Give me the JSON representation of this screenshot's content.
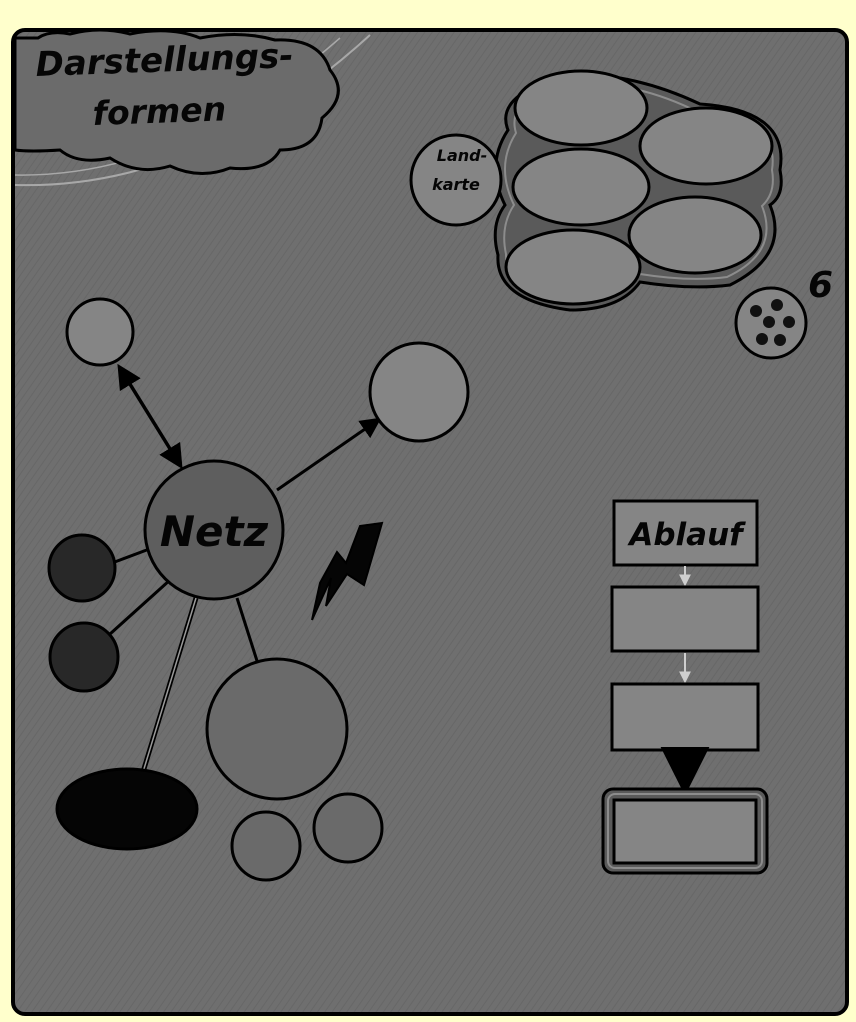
{
  "title": {
    "line1": "Darstellungs-",
    "line2": "formen"
  },
  "map": {
    "label_line1": "Land-",
    "label_line2": "karte"
  },
  "page_number": "6",
  "network": {
    "label": "Netz"
  },
  "sequence": {
    "label": "Ablauf"
  },
  "colors": {
    "page_bg": "#ffffcc",
    "board": "#6f6f6f",
    "node_light": "#858585",
    "node_mid": "#6a6a6a",
    "node_dark": "#282828",
    "node_black": "#050505",
    "outline": "#000000",
    "highlight": "#d8d8d8"
  }
}
